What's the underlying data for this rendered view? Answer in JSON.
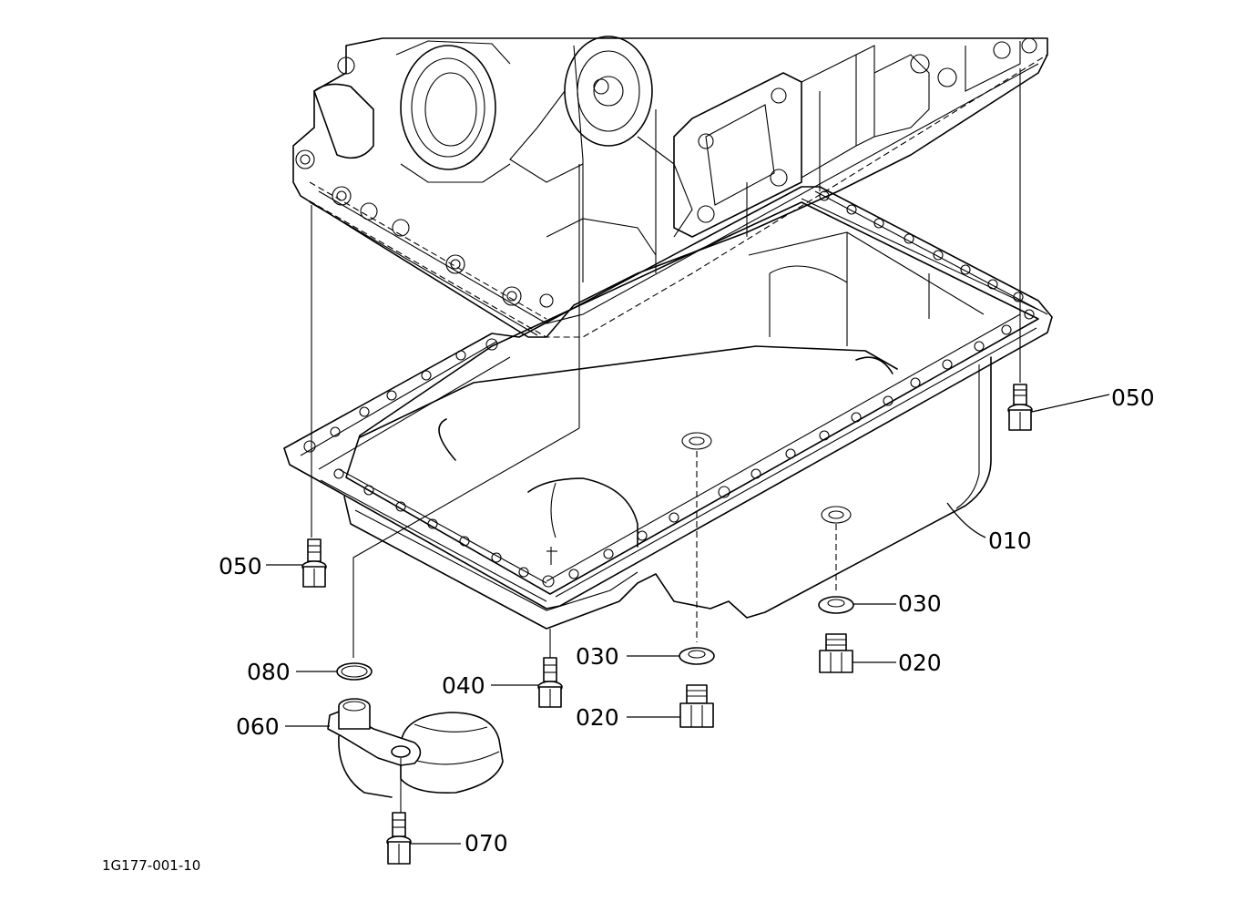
{
  "diagram_code": "1G177-001-10",
  "callouts": [
    {
      "id": "c-050-right",
      "label": "050"
    },
    {
      "id": "c-010",
      "label": "010"
    },
    {
      "id": "c-050-left",
      "label": "050"
    },
    {
      "id": "c-030-right",
      "label": "030"
    },
    {
      "id": "c-020-right",
      "label": "020"
    },
    {
      "id": "c-080",
      "label": "080"
    },
    {
      "id": "c-030-center",
      "label": "030"
    },
    {
      "id": "c-040",
      "label": "040"
    },
    {
      "id": "c-060",
      "label": "060"
    },
    {
      "id": "c-020-center",
      "label": "020"
    },
    {
      "id": "c-070",
      "label": "070"
    }
  ]
}
